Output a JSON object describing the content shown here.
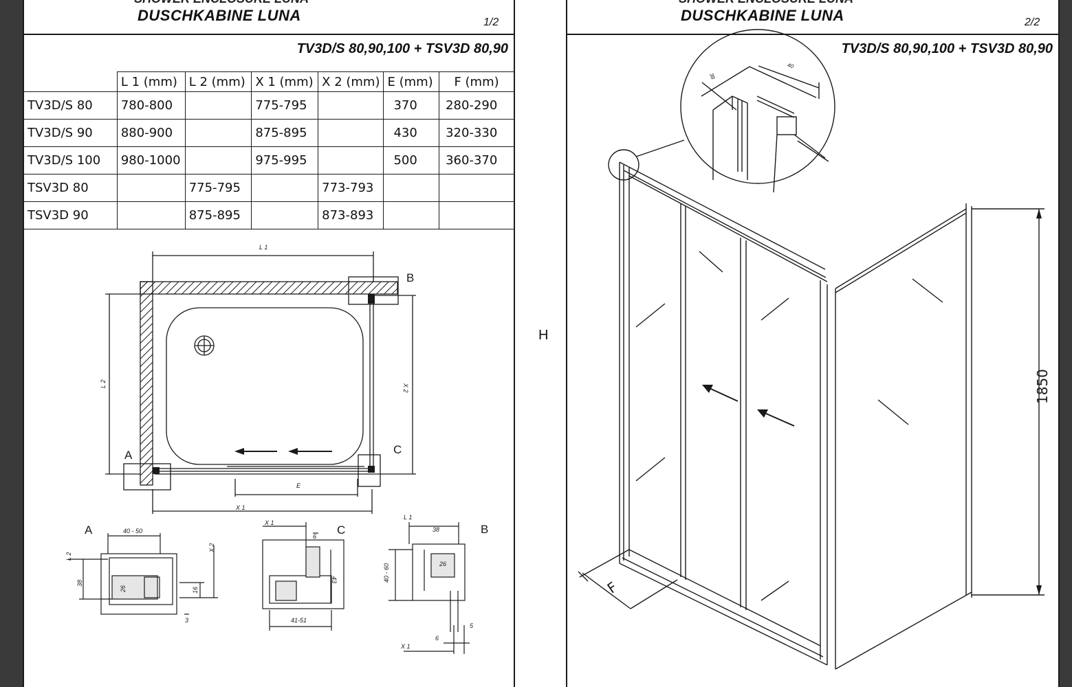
{
  "page1": {
    "header_cut": "SHOWER ENCLOSURE LUNA",
    "title": "DUSCHKABINE  LUNA",
    "page_number": "1/2",
    "models": "TV3D/S 80,90,100 + TSV3D 80,90",
    "table": {
      "headers": [
        "",
        "L 1  (mm)",
        "L 2  (mm)",
        "X 1  (mm)",
        "X 2  (mm)",
        "E (mm)",
        "F (mm)"
      ],
      "rows": [
        [
          "TV3D/S 80",
          "780-800",
          "",
          "775-795",
          "",
          "370",
          "280-290"
        ],
        [
          "TV3D/S 90",
          "880-900",
          "",
          "875-895",
          "",
          "430",
          "320-330"
        ],
        [
          "TV3D/S 100",
          "980-1000",
          "",
          "975-995",
          "",
          "500",
          "360-370"
        ],
        [
          "TSV3D 80",
          "",
          "775-795",
          "",
          "773-793",
          "",
          ""
        ],
        [
          "TSV3D 90",
          "",
          "875-895",
          "",
          "873-893",
          "",
          ""
        ]
      ]
    },
    "plan": {
      "label_l1": "L 1",
      "label_l2": "L 2",
      "label_x1": "X 1",
      "label_x2": "X 2",
      "label_e": "E",
      "label_a": "A",
      "label_b": "B",
      "label_c": "C"
    },
    "details": {
      "a": {
        "label": "A",
        "dim1": "40 - 50",
        "dim2": "L 2",
        "dim3": "X 2",
        "dim4": "38",
        "dim5": "26",
        "dim6": "16",
        "dim7": "3"
      },
      "c": {
        "label": "C",
        "dim1": "X 1",
        "dim2": "6",
        "dim3": "43",
        "dim4": "41-51"
      },
      "b": {
        "label": "B",
        "dim1": "L 1",
        "dim2": "38",
        "dim3": "26",
        "dim4": "40 - 60",
        "dim5": "5",
        "dim6": "6",
        "dim7": "X 1"
      }
    }
  },
  "page2": {
    "header_cut": "SHOWER ENCLOSURE LUNA",
    "title": "DUSCHKABINE  LUNA",
    "page_number": "2/2",
    "models": "TV3D/S 80,90,100 + TSV3D 80,90",
    "height_dim": "1850",
    "f_label": "F",
    "detail_dim1": "38",
    "detail_dim2": "40"
  },
  "gap_mark": "H",
  "colors": {
    "line": "#1a1a1a",
    "paper": "#ffffff",
    "frame": "#3a3a3a"
  }
}
